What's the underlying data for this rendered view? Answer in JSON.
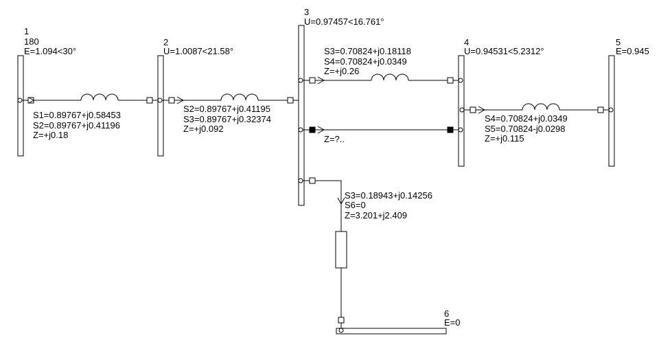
{
  "buses": {
    "b1": {
      "number": "1",
      "angle_param": "180",
      "value": "E=1.094<30°"
    },
    "b2": {
      "number": "2",
      "value": "U=1.0087<21.58°"
    },
    "b3": {
      "number": "3",
      "value": "U=0.97457<16.761°"
    },
    "b4": {
      "number": "4",
      "value": "U=0.94531<5.2312°"
    },
    "b5": {
      "number": "5",
      "value": "E=0.945"
    },
    "b6": {
      "number": "6",
      "value": "E=0"
    }
  },
  "branches": {
    "br12": {
      "s_from": "S1=0.89767+j0.58453",
      "s_to": "S2=0.89767+j0.41196",
      "z": "Z=+j0.18"
    },
    "br23": {
      "s_from": "S2=0.89767+j0.41195",
      "s_to": "S3=0.89767+j0.32374",
      "z": "Z=+j0.092"
    },
    "br34a": {
      "s_from": "S3=0.70824+j0.18118",
      "s_to": "S4=0.70824+j0.0349",
      "z": "Z=+j0.26"
    },
    "br34b": {
      "z": "Z=?.."
    },
    "br45": {
      "s_from": "S4=0.70824+j0.0349",
      "s_to": "S5=0.70824-j0.0298",
      "z": "Z=+j0.115"
    },
    "br36": {
      "s_from": "S3=0.18943+j0.14256",
      "s_to": "S6=0",
      "z": "Z=3.201+j2.409"
    }
  }
}
